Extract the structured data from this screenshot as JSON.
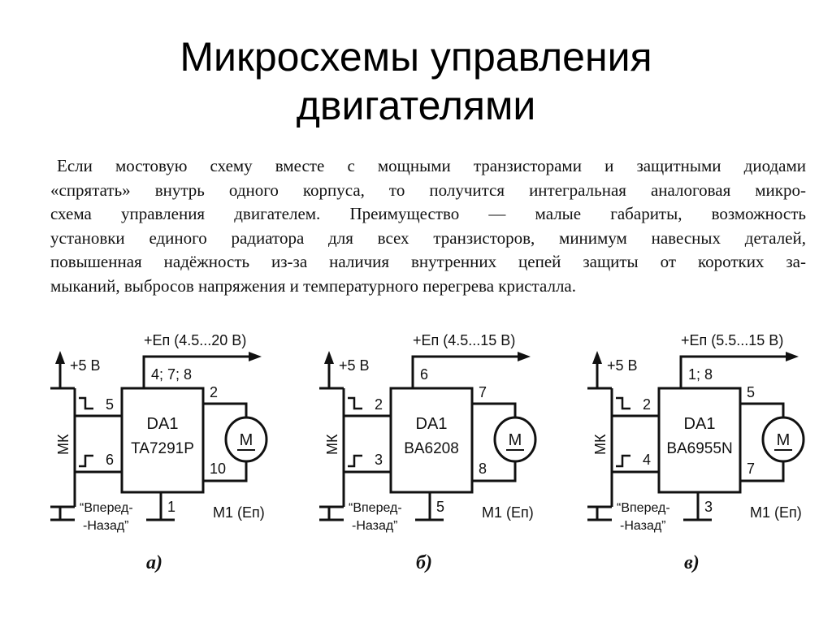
{
  "slide": {
    "title_line1": "Микросхемы управления",
    "title_line2": "двигателями",
    "paragraph_lines": [
      "Если мостовую схему вместе с мощными транзисторами и защитными диодами",
      "«спрятать» внутрь одного корпуса, то получится интегральная аналоговая микро-",
      "схема управления двигателем. Преимущество — малые габариты, возможность",
      "установки единого радиатора для всех транзисторов, минимум навесных деталей,",
      "повышенная надёжность из-за наличия внутренних цепей защиты от коротких за-",
      "мыканий, выбросов напряжения и температурного перегрева кристалла."
    ]
  },
  "circuits": [
    {
      "id": "a",
      "sublabel": "а)",
      "supply": "+Еп (4.5...20 В)",
      "logic_supply": "+5 В",
      "mcu_label": "МК",
      "chip_name": "DA1",
      "chip_part": "TA7291P",
      "pin_power": "4; 7; 8",
      "pin_in1": "5",
      "pin_in2": "6",
      "pin_out1": "2",
      "pin_out2": "10",
      "pin_gnd": "1",
      "motor_symbol": "M",
      "motor_label": "M1 (Еп)",
      "direction_label_1": "“Вперед-",
      "direction_label_2": "-Назад”"
    },
    {
      "id": "b",
      "sublabel": "б)",
      "supply": "+Еп (4.5...15 В)",
      "logic_supply": "+5 В",
      "mcu_label": "МК",
      "chip_name": "DA1",
      "chip_part": "BA6208",
      "pin_power": "6",
      "pin_in1": "2",
      "pin_in2": "3",
      "pin_out1": "7",
      "pin_out2": "8",
      "pin_gnd": "5",
      "motor_symbol": "M",
      "motor_label": "M1 (Еп)",
      "direction_label_1": "“Вперед-",
      "direction_label_2": "-Назад”"
    },
    {
      "id": "v",
      "sublabel": "в)",
      "supply": "+Еп (5.5...15 В)",
      "logic_supply": "+5 В",
      "mcu_label": "МК",
      "chip_name": "DA1",
      "chip_part": "BA6955N",
      "pin_power": "1; 8",
      "pin_in1": "2",
      "pin_in2": "4",
      "pin_out1": "5",
      "pin_out2": "7",
      "pin_gnd": "3",
      "motor_symbol": "M",
      "motor_label": "M1 (Еп)",
      "direction_label_1": "“Вперед-",
      "direction_label_2": "-Назад”"
    }
  ]
}
